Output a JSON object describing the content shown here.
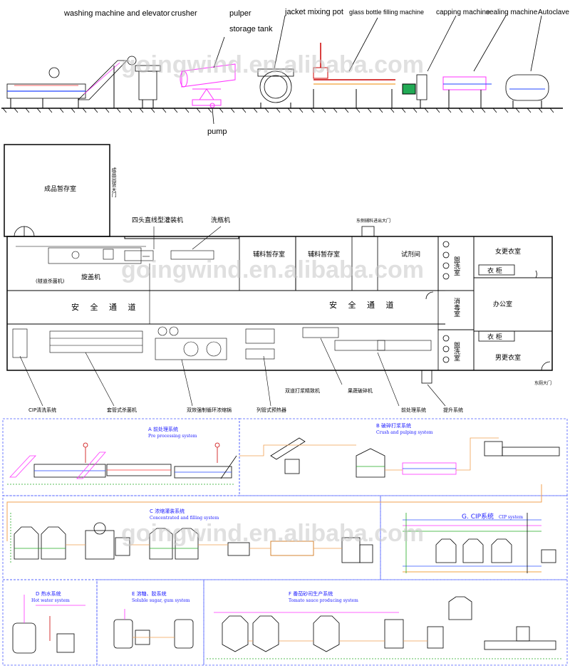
{
  "top_line": {
    "labels": {
      "washing": "washing machine and elevator",
      "crusher": "crusher",
      "pulper": "pulper",
      "storage": "storage tank",
      "jacket": "jacket mixing pot",
      "glass": "glass bottle filling machine",
      "capping": "capping machine",
      "sealing": "sealing machine",
      "autoclave": "Autoclave",
      "pump": "pump"
    }
  },
  "floor_plan": {
    "rooms": {
      "finished": "成品暂存室",
      "exit_door": "成品出货大门",
      "filler": "四头直线型灌装机",
      "washer": "洗瓶机",
      "side_door": "东侧辅料进出大门",
      "aux1": "辅料暂存室",
      "aux2": "辅料暂存室",
      "test": "试剂间",
      "wash1": "盥洗室",
      "disinfect": "消毒室",
      "wash2": "盥洗室",
      "female": "女更衣室",
      "male": "男更衣室",
      "office": "办公室",
      "closet1": "衣 柜",
      "closet2": "衣 柜",
      "corridor_left": "安 全 通 道",
      "corridor_right": "安 全 通 道",
      "sterilizer": "(隧道杀菌机)",
      "capper": "旋盖机",
      "east_door": "东厕大门"
    },
    "callouts": {
      "cip": "CIP清洗系统",
      "tube": "套管式杀菌机",
      "evap": "双效强制循环浓缩锅",
      "preheat": "列管式预热器",
      "pulp": "双道打浆精致机",
      "crush": "果蔬破碎机",
      "pre": "前处理系统",
      "lift": "提升系统"
    }
  },
  "schematic": {
    "sections": {
      "a_cn": "A  前处理系统",
      "a_en": "Pre processing system",
      "b_cn": "B  破碎打浆系统",
      "b_en": "Crush and pulping system",
      "c_cn": "C  浓缩灌装系统",
      "c_en": "Concentrated and filling system",
      "g_cn": "G. CIP系统",
      "g_en": "CIP system",
      "d_cn": "D  热水系统",
      "d_en": "Hot water system",
      "e_cn": "E  溶糖、胶系统",
      "e_en": "Soluble sugar, gum system",
      "f_cn": "F  番茄砂司生产系统",
      "f_en": "Tomato sauce producing system"
    }
  },
  "watermark": "goingwind.en.alibaba.com",
  "colors": {
    "section_text": "#1a1aff",
    "pipe_orange": "#f0a050",
    "pipe_green": "#22aa22",
    "pipe_blue": "#3355ff",
    "pipe_magenta": "#ff33ff",
    "pipe_red": "#ee2222"
  }
}
